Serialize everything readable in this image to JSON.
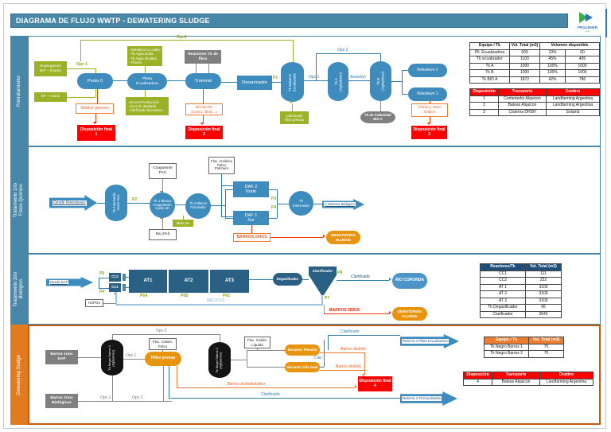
{
  "header": {
    "title": "DIAGRAMA DE FLUJO WWTP  - DEWATERING SLUDGE",
    "logo_text": "PROLENER"
  },
  "colors": {
    "lane_blue": "#4987A8",
    "lane_orange": "#E07C1F",
    "process_blue": "#3E8CBE",
    "olive_green": "#9BB226",
    "alert_red": "#FF0000",
    "orange": "#ED7D31",
    "dark_blue": "#2A6084",
    "gray": "#7F7F7F"
  },
  "lanes": [
    {
      "label": "Pretratamiento"
    },
    {
      "label": "Tratamiento 1rio\nFísico Químico"
    },
    {
      "label": "Tratamiento 2rio\nBiológico"
    },
    {
      "label": "Dewatering Sludge"
    }
  ],
  "l1": {
    "opc2_top": "Opc2",
    "segregacion": "Segregación\n(EF + limpio)",
    "opc1_a": "Opc 1",
    "punto0": "Punto 0",
    "ef_sucio": "EF + Sucio",
    "solidos_gruesos": "Sólidos gruesos",
    "disp1": "Disposición final\n1",
    "rebalses": "- Rebalses en calles\n- Tk Agua ácida\n- Tk Agua alcalina\n- Pluvial",
    "pileta": "Pileta\nEcualizadora",
    "drenos": "- Drenos Producción\n- Licor de depilado\n- Clarificado Decanters",
    "reactores_tx": "Reactores TX de\nfibra",
    "trommel": "Trommel",
    "bin_rs": "Bin de RS\n(Cuero, fibras...)",
    "disp2": "Disposición final\n2",
    "desarenador": "Desarenador",
    "p1": "P1",
    "tk_balance": "Tk Balance\nEcualizador",
    "clarificado_fp": "Clarificado\nfiltro prensa",
    "opc1_b": "Opc 1",
    "opc2_b": "Opc 2",
    "tk_a": "Tk A\n(Agitadores)",
    "aeracion": "Aeración",
    "tk_b": "Tk B\n(Agitadores)",
    "tk_calamidad": "Tk de Calamidad\nBIO A",
    "rotosieve2": "Rotosieve 2",
    "rotosieve1": "Rotosieve 1",
    "fibras": "Fibras y otros\nsólidos",
    "disp3": "Disposición final\n3"
  },
  "l2": {
    "desde_rotosieves": "Desde Rotosieves",
    "tk_intermedio_inox": "Tk Intermedio\nAcero Inox",
    "p2": "P2",
    "coagulante": "Coagulante\nPAC",
    "tk1_blanco": "TK 1 Blanco\nCoagulación\nAjuste pH",
    "naoh": "Na (OH)",
    "tk2_blanco": "Tk 2 Blanco\nFloculador",
    "mide_ph": "Mide pH",
    "floc_anionico": "Floc. Aniónico\nPolvo\nPolímero",
    "daf2": "DAF 2\nNorte",
    "daf1": "DAF 1\nSur",
    "p3": "P3",
    "p4": "P4",
    "tk_intermedio": "Tk\nIntermedio",
    "a_sistema": "A Sistema Biológico",
    "barros_1rios": "BARROS 1RIOS",
    "dewatering": "DEWATERING\nSLUDGE"
  },
  "l3": {
    "desde_daf": "Desde DAF",
    "p5": "P5",
    "p4": "P4",
    "cc2": "CC2",
    "cc1": "CC1",
    "h2po4": "H2PO4",
    "at1": "AT1",
    "at2": "AT2",
    "at3": "AT3",
    "p6a": "P6A",
    "p6b": "P6B",
    "p6c": "P6C",
    "reciclo": "RECICLO",
    "degasificador": "Degasificador",
    "clarificador": "Clarificador",
    "p8": "P8",
    "p7": "P7",
    "clarificado": "Clarificado",
    "rio_coronda": "RIO CORONDA",
    "barros_2rios": "BARROS 2RIOS",
    "dewatering": "DEWATERING\nSLUDGE"
  },
  "l4": {
    "barros_1rios_daf": "Barros 1rios\nDAF",
    "tk_negro1": "Tk Negro Barros 1\n(Agitadores)",
    "opc1_a": "Opc 1",
    "floc_polvo": "Floc. Catión.\nPolvo",
    "filtro_prensa": "Filtro prensa",
    "barros_2rios_bio": "Barros 2rios\nBiológicos",
    "opc1_b": "Opc 1",
    "opc2_b": "Opc 2",
    "opc2_top": "Opc 2",
    "tk_negro2": "Tk Negro Barros 2\n(Agitadores)",
    "floc_liquido": "Floc. Catión.\nLíquido",
    "decanter_pieralisi": "Decanter Pieralisi",
    "decanter_alfalaval": "Decanter Alfa laval",
    "clarificado_top": "Clarificado",
    "clar": "Clar.",
    "barros_deshid_1": "Barros deshid.",
    "barros_deshid_2": "Barros deshid.",
    "disp4": "Disposición final\n4",
    "barros_deshidratados": "Barros deshidratados",
    "clarificado_bottom": "Clarificado",
    "retorno_pileta": "Retorno a Pileta Ecualizadora",
    "retorno_tk": "Retorno a Tk Ecualizador"
  },
  "tables": {
    "t1": {
      "h": [
        "Equipo / Tk",
        "Vol. Total (m3)",
        "Volumen disponible"
      ],
      "rows": [
        [
          "Pil. Ecualizadora",
          "600",
          "10%",
          "60"
        ],
        [
          "Tk ecualizador",
          "1100",
          "45%",
          "495"
        ],
        [
          "Tk A",
          "1000",
          "100%",
          "1000"
        ],
        [
          "Tk B",
          "1000",
          "100%",
          "1000"
        ],
        [
          "Tk BIO A",
          "1872",
          "42%",
          "786"
        ]
      ]
    },
    "t2": {
      "h": [
        "Disposición",
        "Transporte",
        "Destino"
      ],
      "rows": [
        [
          "1",
          "Contenedor Alquicon",
          "Landfarming Argentina"
        ],
        [
          "2",
          "Bateas Alquicon",
          "Landfarming Argentina"
        ],
        [
          "3",
          "Cisterna DHSH",
          "Solamb"
        ]
      ]
    },
    "t3": {
      "h": [
        "Reactores/Tk",
        "Vol. Total (m3)"
      ],
      "rows": [
        [
          "CC1",
          "111"
        ],
        [
          "CC2",
          "222"
        ],
        [
          "AT 1",
          "3100"
        ],
        [
          "AT 2",
          "3100"
        ],
        [
          "AT 3",
          "3100"
        ],
        [
          "Tk Degasificador",
          "66"
        ],
        [
          "Clarificador",
          "3542"
        ]
      ]
    },
    "t4": {
      "h": [
        "Equipo / Tk",
        "Vol. Total (m3)"
      ],
      "rows": [
        [
          "Tk Negro Barros 1",
          "75"
        ],
        [
          "Tk Negro Barros 2",
          "75"
        ]
      ]
    },
    "t5": {
      "h": [
        "Disposición",
        "Transporte",
        "Destino"
      ],
      "rows": [
        [
          "4",
          "Bateas Alquicon",
          "Landfarming Argentina"
        ]
      ]
    }
  }
}
